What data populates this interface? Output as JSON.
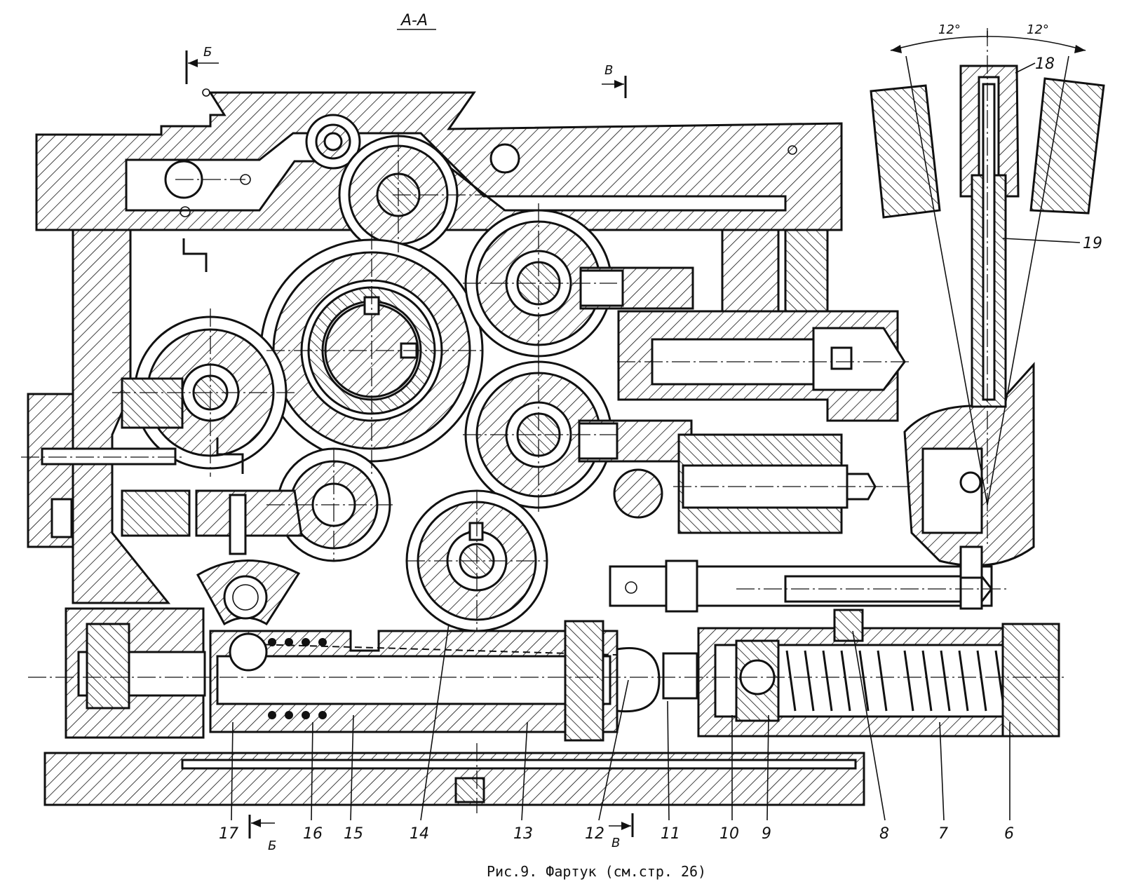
{
  "section_title": "А-А",
  "section_marks": {
    "top_b": "Б",
    "top_v": "В",
    "bottom_b": "Б",
    "bottom_v": "В"
  },
  "angles": {
    "left": "12°",
    "right": "12°"
  },
  "part_labels": [
    {
      "id": "p17",
      "text": "17"
    },
    {
      "id": "p16",
      "text": "16"
    },
    {
      "id": "p15",
      "text": "15"
    },
    {
      "id": "p14",
      "text": "14"
    },
    {
      "id": "p13",
      "text": "13"
    },
    {
      "id": "p12",
      "text": "12"
    },
    {
      "id": "p11",
      "text": "11"
    },
    {
      "id": "p10",
      "text": "10"
    },
    {
      "id": "p9",
      "text": "9"
    },
    {
      "id": "p8",
      "text": "8"
    },
    {
      "id": "p7",
      "text": "7"
    },
    {
      "id": "p6",
      "text": "6"
    },
    {
      "id": "p18",
      "text": "18"
    },
    {
      "id": "p19",
      "text": "19"
    }
  ],
  "caption": "Рис.9. Фартук (см.стр. 26)"
}
